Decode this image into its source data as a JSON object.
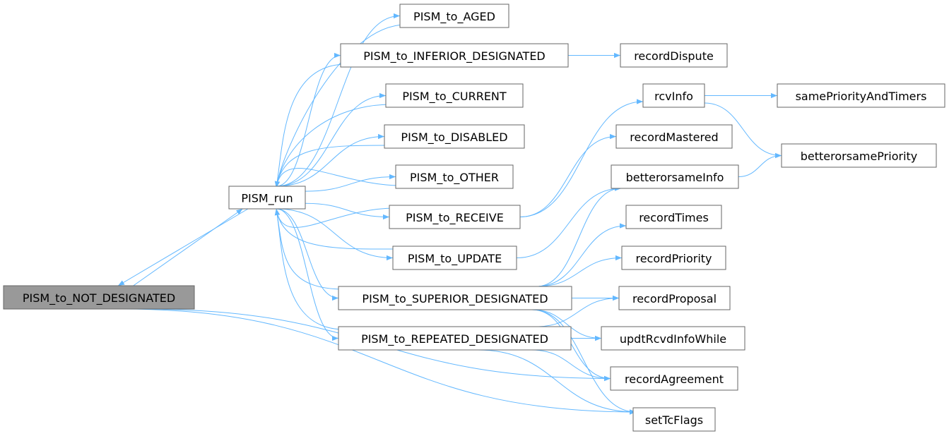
{
  "colors": {
    "edge": "#63b8ff",
    "node_border": "#666666",
    "root_fill": "#999999",
    "node_fill": "#ffffff"
  },
  "nodes": [
    {
      "id": "not_designated",
      "label": "PISM_to_NOT_DESIGNATED",
      "root": true
    },
    {
      "id": "run",
      "label": "PISM_run"
    },
    {
      "id": "aged",
      "label": "PISM_to_AGED"
    },
    {
      "id": "inferior",
      "label": "PISM_to_INFERIOR_DESIGNATED"
    },
    {
      "id": "current",
      "label": "PISM_to_CURRENT"
    },
    {
      "id": "disabled",
      "label": "PISM_to_DISABLED"
    },
    {
      "id": "other",
      "label": "PISM_to_OTHER"
    },
    {
      "id": "receive",
      "label": "PISM_to_RECEIVE"
    },
    {
      "id": "update",
      "label": "PISM_to_UPDATE"
    },
    {
      "id": "superior",
      "label": "PISM_to_SUPERIOR_DESIGNATED"
    },
    {
      "id": "repeated",
      "label": "PISM_to_REPEATED_DESIGNATED"
    },
    {
      "id": "recordDispute",
      "label": "recordDispute"
    },
    {
      "id": "rcvInfo",
      "label": "rcvInfo"
    },
    {
      "id": "recordMastered",
      "label": "recordMastered"
    },
    {
      "id": "betterorsameInfo",
      "label": "betterorsameInfo"
    },
    {
      "id": "recordTimes",
      "label": "recordTimes"
    },
    {
      "id": "recordPriority",
      "label": "recordPriority"
    },
    {
      "id": "recordProposal",
      "label": "recordProposal"
    },
    {
      "id": "updtRcvdInfoWhile",
      "label": "updtRcvdInfoWhile"
    },
    {
      "id": "recordAgreement",
      "label": "recordAgreement"
    },
    {
      "id": "setTcFlags",
      "label": "setTcFlags"
    },
    {
      "id": "samePriorityAndTimers",
      "label": "samePriorityAndTimers"
    },
    {
      "id": "betterorsamePriority",
      "label": "betterorsamePriority"
    }
  ],
  "edges": [
    [
      "not_designated",
      "run"
    ],
    [
      "run",
      "not_designated"
    ],
    [
      "run",
      "aged"
    ],
    [
      "aged",
      "run"
    ],
    [
      "run",
      "inferior"
    ],
    [
      "inferior",
      "run"
    ],
    [
      "run",
      "current"
    ],
    [
      "current",
      "run"
    ],
    [
      "run",
      "disabled"
    ],
    [
      "disabled",
      "run"
    ],
    [
      "run",
      "other"
    ],
    [
      "other",
      "run"
    ],
    [
      "run",
      "receive"
    ],
    [
      "receive",
      "run"
    ],
    [
      "run",
      "update"
    ],
    [
      "update",
      "run"
    ],
    [
      "run",
      "superior"
    ],
    [
      "superior",
      "run"
    ],
    [
      "run",
      "repeated"
    ],
    [
      "repeated",
      "run"
    ],
    [
      "inferior",
      "recordDispute"
    ],
    [
      "receive",
      "rcvInfo"
    ],
    [
      "receive",
      "recordMastered"
    ],
    [
      "update",
      "betterorsameInfo"
    ],
    [
      "superior",
      "betterorsameInfo"
    ],
    [
      "superior",
      "recordTimes"
    ],
    [
      "superior",
      "recordPriority"
    ],
    [
      "superior",
      "recordProposal"
    ],
    [
      "superior",
      "updtRcvdInfoWhile"
    ],
    [
      "superior",
      "recordAgreement"
    ],
    [
      "superior",
      "setTcFlags"
    ],
    [
      "repeated",
      "recordProposal"
    ],
    [
      "repeated",
      "updtRcvdInfoWhile"
    ],
    [
      "repeated",
      "recordAgreement"
    ],
    [
      "repeated",
      "setTcFlags"
    ],
    [
      "not_designated",
      "recordAgreement"
    ],
    [
      "not_designated",
      "setTcFlags"
    ],
    [
      "rcvInfo",
      "samePriorityAndTimers"
    ],
    [
      "rcvInfo",
      "betterorsamePriority"
    ],
    [
      "betterorsameInfo",
      "betterorsamePriority"
    ]
  ]
}
